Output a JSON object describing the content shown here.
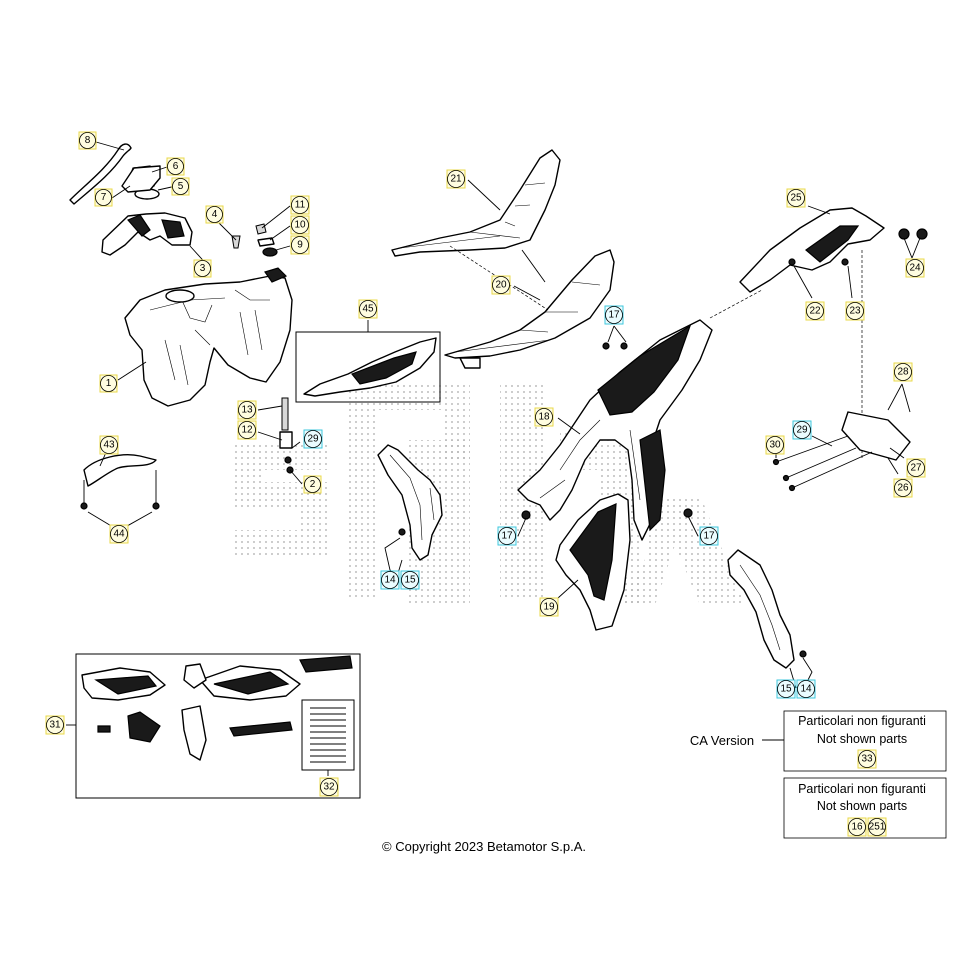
{
  "colors": {
    "callout_yellow_bg": "#fffde0",
    "callout_yellow_border": "#e8d84a",
    "callout_cyan_bg": "#eafcff",
    "callout_cyan_border": "#3ec7dc",
    "ink": "#000000",
    "watermark_dots": "#9a9a9a"
  },
  "callouts": {
    "c1": "1",
    "c2": "2",
    "c3": "3",
    "c4": "4",
    "c5": "5",
    "c6": "6",
    "c7": "7",
    "c8": "8",
    "c9": "9",
    "c10": "10",
    "c11": "11",
    "c12": "12",
    "c13": "13",
    "c14a": "14",
    "c14b": "14",
    "c15a": "15",
    "c15b": "15",
    "c17a": "17",
    "c17b": "17",
    "c17c": "17",
    "c18": "18",
    "c19": "19",
    "c20": "20",
    "c21": "21",
    "c22": "22",
    "c23": "23",
    "c24": "24",
    "c25": "25",
    "c26": "26",
    "c27": "27",
    "c28": "28",
    "c29a": "29",
    "c29b": "29",
    "c30": "30",
    "c31": "31",
    "c32": "32",
    "c33": "33",
    "c43": "43",
    "c44": "44",
    "c45": "45",
    "c16": "16",
    "c251": "251"
  },
  "notes": {
    "ca_version_label": "CA Version",
    "box1_line1": "Particolari non figuranti",
    "box1_line2": "Not shown parts",
    "box2_line1": "Particolari non figuranti",
    "box2_line2": "Not shown parts"
  },
  "copyright": "© Copyright 2023 Betamotor S.p.A."
}
